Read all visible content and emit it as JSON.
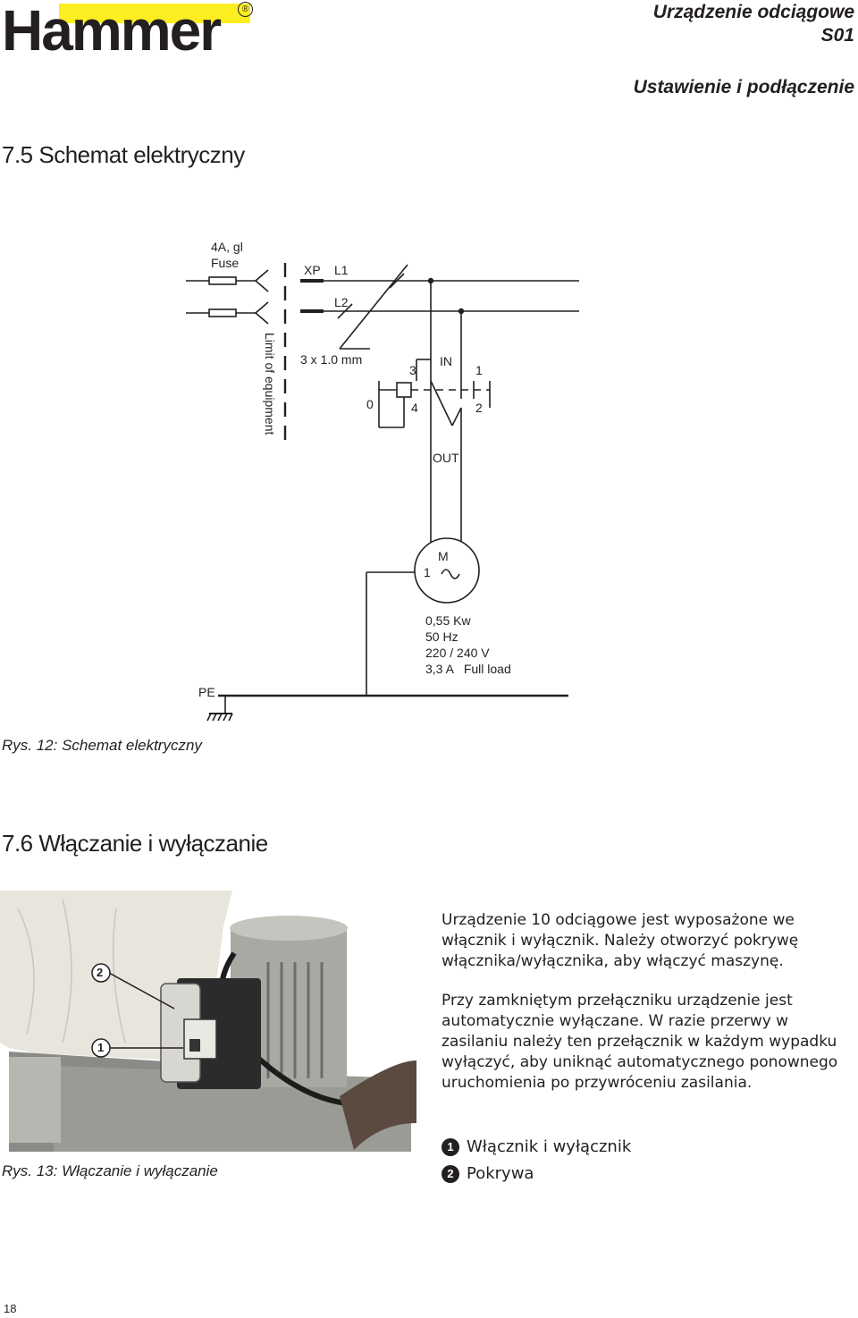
{
  "header": {
    "logo_text": "Hammer",
    "title_line1": "Urządzenie odciągowe",
    "title_line2": "S01",
    "subtitle": "Ustawienie i podłączenie"
  },
  "section_schematic": {
    "heading": "7.5 Schemat elektryczny",
    "caption": "Rys. 12: Schemat elektryczny",
    "labels": {
      "fuse_line1": "4A, gl",
      "fuse_line2": "Fuse",
      "xp": "XP",
      "l1": "L1",
      "l2": "L2",
      "limit": "Limit of equipment",
      "cable": "3 x 1.0 mm",
      "n3": "3",
      "n_in": "IN",
      "n1": "1",
      "n0": "0",
      "n4": "4",
      "n2": "2",
      "out": "OUT",
      "motor_m": "M",
      "motor_1": "1",
      "spec1": "0,55 Kw",
      "spec2": "50 Hz",
      "spec3": "220 / 240 V",
      "spec4": "3,3 A   Full load",
      "pe": "PE"
    }
  },
  "section_switch": {
    "heading": "7.6 Włączanie i wyłączanie",
    "caption": "Rys. 13: Włączanie i wyłączanie",
    "photo_markers": {
      "m1": "1",
      "m2": "2"
    },
    "paragraph1": "Urządzenie 10 odciągowe jest wyposażone we włącznik i wyłącznik. Należy otworzyć pokrywę włącznika/wyłącznika, aby włączyć maszynę.",
    "paragraph2": "Przy zamkniętym przełączniku urządzenie jest automatycznie wyłączane. W razie przerwy w zasilaniu należy ten przełącznik w każdym wypadku wyłączyć, aby uniknąć automatycznego ponownego uruchomienia po przywróceniu zasilania.",
    "legend": [
      {
        "num": "1",
        "text": "Włącznik i wyłącznik"
      },
      {
        "num": "2",
        "text": "Pokrywa"
      }
    ]
  },
  "footer": {
    "page_number": "18"
  }
}
